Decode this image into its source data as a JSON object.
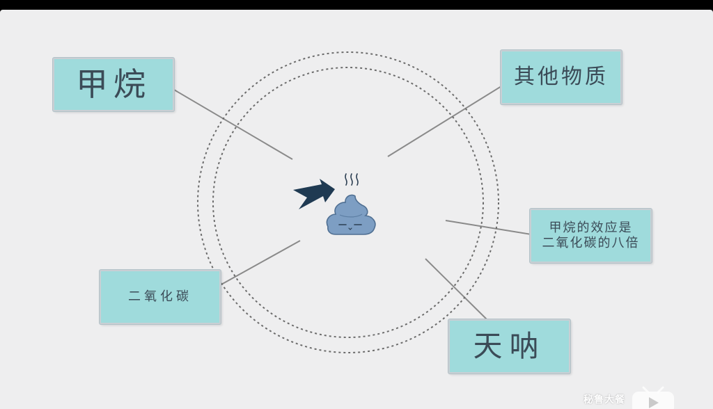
{
  "labels": {
    "methane": "甲烷",
    "other_substances": "其他物质",
    "methane_effect_line1": "甲烷的效应是",
    "methane_effect_line2": "二氧化碳的八倍",
    "co2": "二氧化碳",
    "tianna": "天呐"
  },
  "watermark": {
    "text": "秘鲁大餐"
  },
  "colors": {
    "background": "#eeeeef",
    "card": "#9fdbdc",
    "card_text": "#3b4b57",
    "poop": "#7d9ec3",
    "arrow": "#1f3a52",
    "ring": "#6b6b6b",
    "connector": "#8a8a8a"
  },
  "icons": {
    "center": "poop-icon",
    "arrow": "pointer-arrow-icon",
    "steam": "steam-icon",
    "watermark": "play-button-icon"
  }
}
